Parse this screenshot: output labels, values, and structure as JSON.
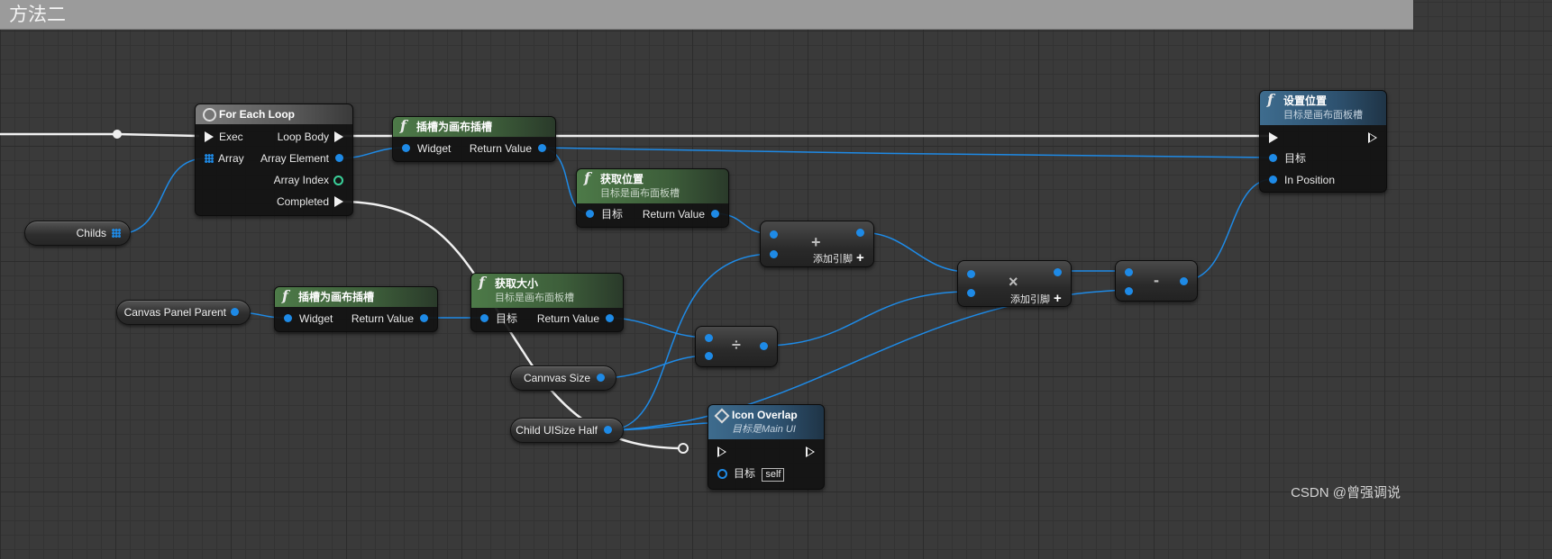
{
  "comment": {
    "title": "方法二"
  },
  "nodes": {
    "for_each_loop": {
      "title": "For Each Loop",
      "exec": "Exec",
      "array": "Array",
      "loop_body": "Loop Body",
      "array_element": "Array Element",
      "array_index": "Array Index",
      "completed": "Completed"
    },
    "slot_as_canvas_slot_1": {
      "title": "插槽为画布插槽",
      "widget": "Widget",
      "return_value": "Return Value"
    },
    "slot_as_canvas_slot_2": {
      "title": "插槽为画布插槽",
      "widget": "Widget",
      "return_value": "Return Value"
    },
    "get_position": {
      "title": "获取位置",
      "subtitle": "目标是画布面板槽",
      "target": "目标",
      "return_value": "Return Value"
    },
    "get_size": {
      "title": "获取大小",
      "subtitle": "目标是画布面板槽",
      "target": "目标",
      "return_value": "Return Value"
    },
    "set_position": {
      "title": "设置位置",
      "subtitle": "目标是画布面板槽",
      "target": "目标",
      "in_position": "In Position"
    },
    "icon_overlap": {
      "title": "Icon Overlap",
      "subtitle": "目标是Main UI",
      "target": "目标",
      "self": "self"
    },
    "add": {
      "op": "+",
      "add_pin": "添加引脚"
    },
    "multiply": {
      "op": "×",
      "add_pin": "添加引脚"
    },
    "divide": {
      "op": "÷"
    },
    "subtract": {
      "op": "-"
    }
  },
  "variables": {
    "childs": "Childs",
    "canvas_panel_parent": "Canvas Panel Parent",
    "cannvas_size": "Cannvas Size",
    "child_uisize_half": "Child UISize Half"
  },
  "colors": {
    "exec_wire": "#f0f0f0",
    "data_wire": "#1e8ae6",
    "pure_header": "#4d7a48",
    "impure_header": "#3e6c8e"
  },
  "watermark": "CSDN @曾强调说"
}
